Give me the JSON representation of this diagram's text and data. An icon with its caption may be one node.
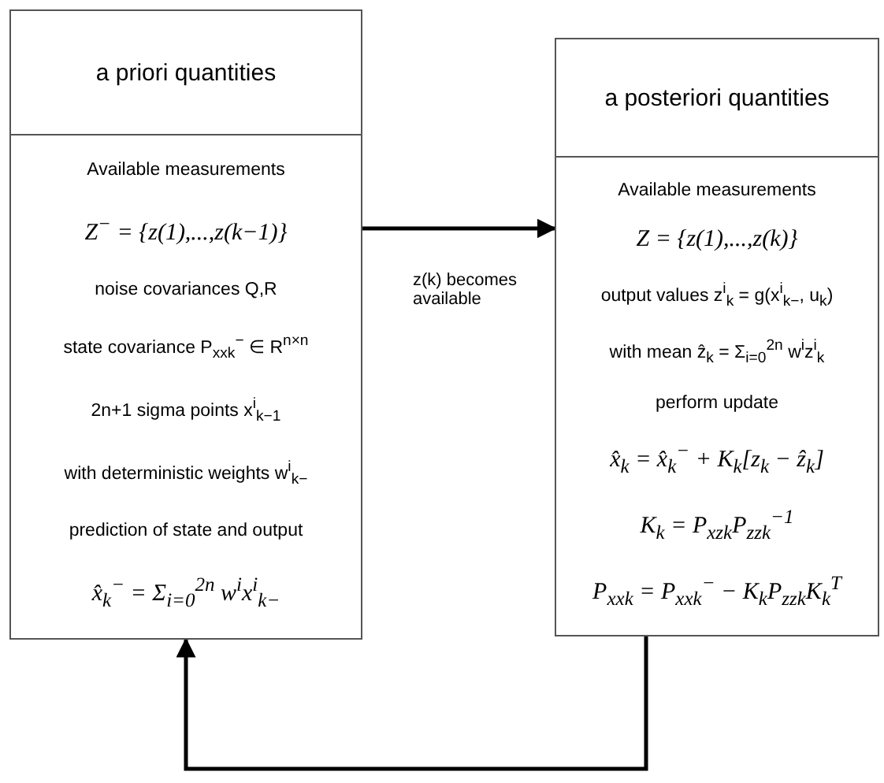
{
  "diagram": {
    "nodes": [
      {
        "text": [
          "a priori quantities",
          "Available measurements",
          "Z$^{−}$ = {z(1),...,z(k−1)}",
          "noise covariances Q,R",
          "state covariance P$_{xxk}$$^{−}$ ∈ R$^{n×n}$",
          "2n+1 sigma points x$^{i}$$_{k−1}$",
          "with deterministic weights w$^{i}$$_{k−}$",
          "prediction of state and output",
          "x̂$_{k}$$^{−}$ = Σ$_{i=0}$$^{2n}$ w$^{i}$x$^{i}$$_{k−}$"
        ]
      },
      {
        "text": [
          "a posteriori quantities",
          "Available measurements",
          "Z = {z(1),...,z(k)}",
          "output values z$^{i}$$_{k}$ = g(x$^{i}$$_{k−}$, u$_{k}$)",
          "with mean ẑ$_{k}$ = Σ$_{i=0}$$^{2n}$ w$^{i}$z$^{i}$$_{k}$",
          "perform update",
          "x̂$_{k}$ = x̂$_{k}$$^{−}$ + K$_{k}$[z$_{k}$ − ẑ$_{k}$]",
          "K$_{k}$ = P$_{xzk}$P$_{zzk}$$^{−1}$",
          "P$_{xxk}$ = P$_{xxk}$$^{−}$ − K$_{k}$P$_{zzk}$K$_{k}$$^{T}$"
        ]
      }
    ],
    "edges": [
      {
        "from": 0,
        "to": 1,
        "arrow": "to",
        "label": "z(k) becomes available"
      },
      {
        "from": 1,
        "to": 0,
        "arrow": "to"
      }
    ]
  }
}
